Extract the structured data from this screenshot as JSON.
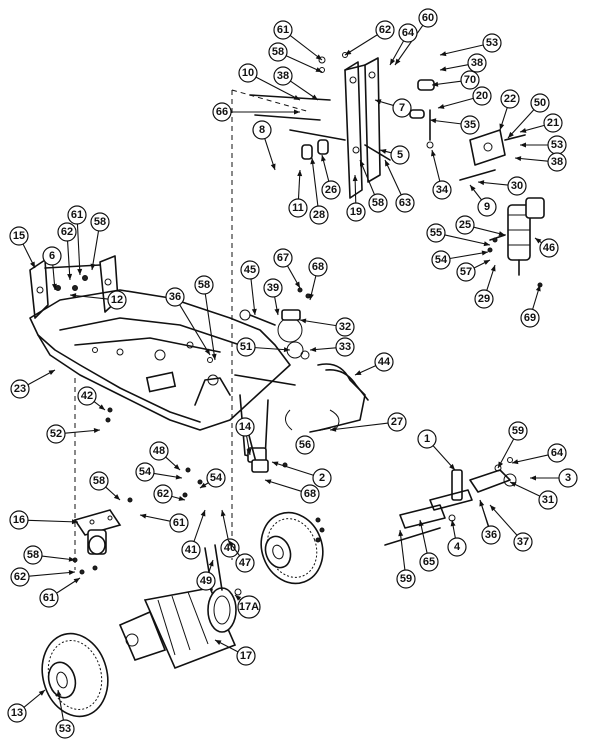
{
  "callouts": [
    {
      "label": "61"
    },
    {
      "label": "62"
    },
    {
      "label": "60"
    },
    {
      "label": "53"
    },
    {
      "label": "64"
    },
    {
      "label": "58"
    },
    {
      "label": "38"
    },
    {
      "label": "70"
    },
    {
      "label": "10"
    },
    {
      "label": "38"
    },
    {
      "label": "66"
    },
    {
      "label": "7"
    },
    {
      "label": "20"
    },
    {
      "label": "22"
    },
    {
      "label": "50"
    },
    {
      "label": "35"
    },
    {
      "label": "21"
    },
    {
      "label": "8"
    },
    {
      "label": "53"
    },
    {
      "label": "5"
    },
    {
      "label": "38"
    },
    {
      "label": "26"
    },
    {
      "label": "34"
    },
    {
      "label": "30"
    },
    {
      "label": "11"
    },
    {
      "label": "28"
    },
    {
      "label": "19"
    },
    {
      "label": "58"
    },
    {
      "label": "63"
    },
    {
      "label": "9"
    },
    {
      "label": "15"
    },
    {
      "label": "61"
    },
    {
      "label": "62"
    },
    {
      "label": "58"
    },
    {
      "label": "6"
    },
    {
      "label": "12"
    },
    {
      "label": "45"
    },
    {
      "label": "67"
    },
    {
      "label": "68"
    },
    {
      "label": "25"
    },
    {
      "label": "46"
    },
    {
      "label": "55"
    },
    {
      "label": "54"
    },
    {
      "label": "57"
    },
    {
      "label": "29"
    },
    {
      "label": "69"
    },
    {
      "label": "36"
    },
    {
      "label": "58"
    },
    {
      "label": "39"
    },
    {
      "label": "32"
    },
    {
      "label": "33"
    },
    {
      "label": "51"
    },
    {
      "label": "44"
    },
    {
      "label": "23"
    },
    {
      "label": "42"
    },
    {
      "label": "52"
    },
    {
      "label": "27"
    },
    {
      "label": "14"
    },
    {
      "label": "56"
    },
    {
      "label": "48"
    },
    {
      "label": "2"
    },
    {
      "label": "54"
    },
    {
      "label": "54"
    },
    {
      "label": "68"
    },
    {
      "label": "62"
    },
    {
      "label": "58"
    },
    {
      "label": "61"
    },
    {
      "label": "16"
    },
    {
      "label": "41"
    },
    {
      "label": "40"
    },
    {
      "label": "47"
    },
    {
      "label": "49"
    },
    {
      "label": "58"
    },
    {
      "label": "62"
    },
    {
      "label": "61"
    },
    {
      "label": "17A"
    },
    {
      "label": "17"
    },
    {
      "label": "13"
    },
    {
      "label": "53"
    },
    {
      "label": "1"
    },
    {
      "label": "59"
    },
    {
      "label": "64"
    },
    {
      "label": "3"
    },
    {
      "label": "31"
    },
    {
      "label": "36"
    },
    {
      "label": "37"
    },
    {
      "label": "4"
    },
    {
      "label": "65"
    },
    {
      "label": "59"
    }
  ]
}
